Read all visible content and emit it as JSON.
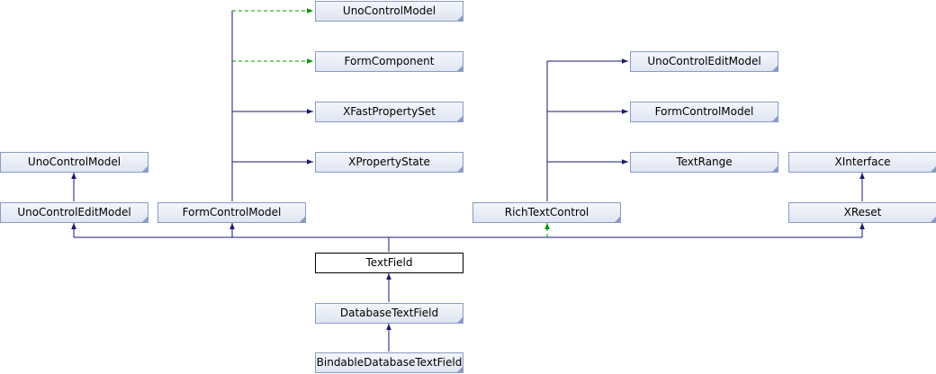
{
  "diagram": {
    "nodes": {
      "n_ucm_top": "UnoControlModel",
      "n_fc": "FormComponent",
      "n_xfps": "XFastPropertySet",
      "n_xps": "XPropertyState",
      "n_ucem_right": "UnoControlEditModel",
      "n_fcm_right": "FormControlModel",
      "n_tr": "TextRange",
      "n_xi": "XInterface",
      "n_ucm_left": "UnoControlModel",
      "n_ucem_left": "UnoControlEditModel",
      "n_fcm_mid": "FormControlModel",
      "n_rtc": "RichTextControl",
      "n_xr": "XReset",
      "n_tf": "TextField",
      "n_dtf": "DatabaseTextField",
      "n_bdtf": "BindableDatabaseTextField"
    },
    "colors": {
      "inheritance_edge": "#191970",
      "usage_edge": "#009900",
      "node_border": "#8a9bc4",
      "current_border": "#000000"
    }
  }
}
